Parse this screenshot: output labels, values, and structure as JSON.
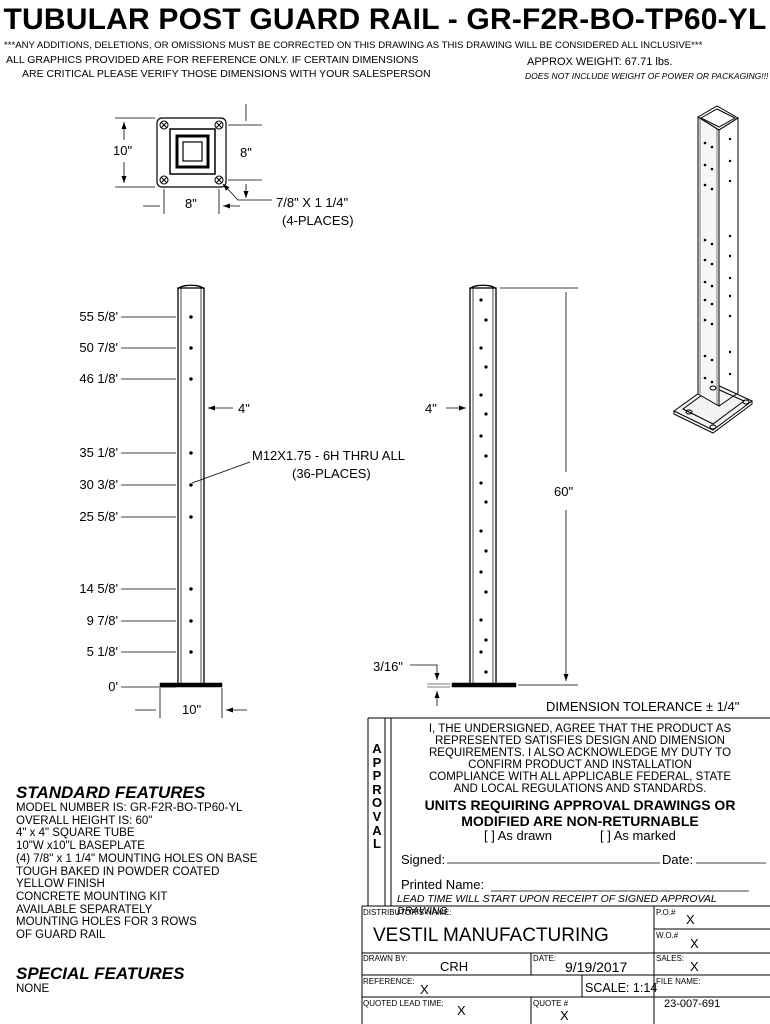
{
  "header": {
    "title": "TUBULAR POST GUARD RAIL - GR-F2R-BO-TP60-YL",
    "disclaimer_line1": "***ANY ADDITIONS, DELETIONS, OR OMISSIONS MUST BE CORRECTED ON THIS DRAWING AS THIS DRAWING WILL BE CONSIDERED ALL INCLUSIVE***",
    "disclaimer_line2": "ALL GRAPHICS PROVIDED ARE FOR REFERENCE ONLY. IF CERTAIN DIMENSIONS",
    "disclaimer_line3": "ARE CRITICAL PLEASE VERIFY THOSE DIMENSIONS WITH YOUR SALESPERSON",
    "approx_weight": "APPROX WEIGHT: 67.71 lbs.",
    "weight_note": "DOES NOT INCLUDE WEIGHT OF POWER OR PACKAGING!!!"
  },
  "baseplate_view": {
    "dim_left": "10\"",
    "dim_right": "8\"",
    "dim_bottom": "8\"",
    "hole_callout_line1": "7/8\" X 1 1/4\"",
    "hole_callout_line2": "(4-PLACES)"
  },
  "front_view": {
    "hole_heights": [
      "55 5/8'",
      "50 7/8'",
      "46 1/8'",
      "35 1/8'",
      "30 3/8'",
      "25 5/8'",
      "14 5/8'",
      "9 7/8'",
      "5 1/8'",
      "0'"
    ],
    "width_label": "4\"",
    "thread_callout_line1": "M12X1.75 - 6H THRU ALL",
    "thread_callout_line2": "(36-PLACES)",
    "base_width": "10\""
  },
  "side_view": {
    "width_label": "4\"",
    "height_label": "60\"",
    "plate_thickness": "3/16\""
  },
  "dimension_tolerance": "DIMENSION TOLERANCE ± 1/4\"",
  "standard_features": {
    "heading": "STANDARD FEATURES",
    "items": [
      "MODEL NUMBER IS: GR-F2R-BO-TP60-YL",
      "OVERALL HEIGHT IS:  60\"",
      "4\" x 4\" SQUARE TUBE",
      "10\"W x10\"L BASEPLATE",
      "(4) 7/8\" x 1 1/4\" MOUNTING HOLES ON BASE",
      "TOUGH BAKED IN POWDER COATED",
      "YELLOW FINISH",
      "CONCRETE MOUNTING KIT",
      "AVAILABLE SEPARATELY",
      "MOUNTING HOLES FOR 3 ROWS",
      "OF GUARD RAIL"
    ]
  },
  "special_features": {
    "heading": "SPECIAL FEATURES",
    "items": [
      "NONE"
    ]
  },
  "approval": {
    "vertical_letters": [
      "A",
      "P",
      "P",
      "R",
      "O",
      "V",
      "A",
      "L"
    ],
    "statement": [
      "I, THE UNDERSIGNED, AGREE THAT THE PRODUCT AS",
      "REPRESENTED SATISFIES DESIGN AND DIMENSION",
      "REQUIREMENTS. I ALSO ACKNOWLEDGE MY DUTY TO",
      "CONFIRM PRODUCT AND INSTALLATION",
      "COMPLIANCE WITH ALL APPLICABLE FEDERAL, STATE",
      "AND LOCAL REGULATIONS AND STANDARDS."
    ],
    "non_returnable_line1": "UNITS REQUIRING APPROVAL DRAWINGS OR",
    "non_returnable_line2": "MODIFIED ARE NON-RETURNABLE",
    "option_drawn": "[   ] As drawn",
    "option_marked": "[   ] As marked",
    "signed_label": "Signed:",
    "date_label": "Date:",
    "printed_name_label": "Printed Name:",
    "lead_time_note": "LEAD TIME WILL START UPON RECEIPT OF SIGNED APPROVAL DRAWING"
  },
  "title_block": {
    "distributor_label": "DISTRIBUTOR'S NAME:",
    "distributor_value": "VESTIL MANUFACTURING",
    "po_label": "P.O.#",
    "po_value": "X",
    "wo_label": "W.O.#",
    "wo_value": "X",
    "drawn_by_label": "DRAWN BY:",
    "drawn_by_value": "CRH",
    "date_label": "DATE:",
    "date_value": "9/19/2017",
    "sales_label": "SALES:",
    "sales_value": "X",
    "reference_label": "REFERENCE:",
    "reference_value": "X",
    "scale_value": "SCALE: 1:14",
    "file_name_label": "FILE NAME:",
    "file_name_value": "23-007-691",
    "quoted_lead_time_label": "QUOTED LEAD TIME:",
    "quoted_lead_time_value": "X",
    "quote_label": "QUOTE #",
    "quote_value": "X"
  }
}
